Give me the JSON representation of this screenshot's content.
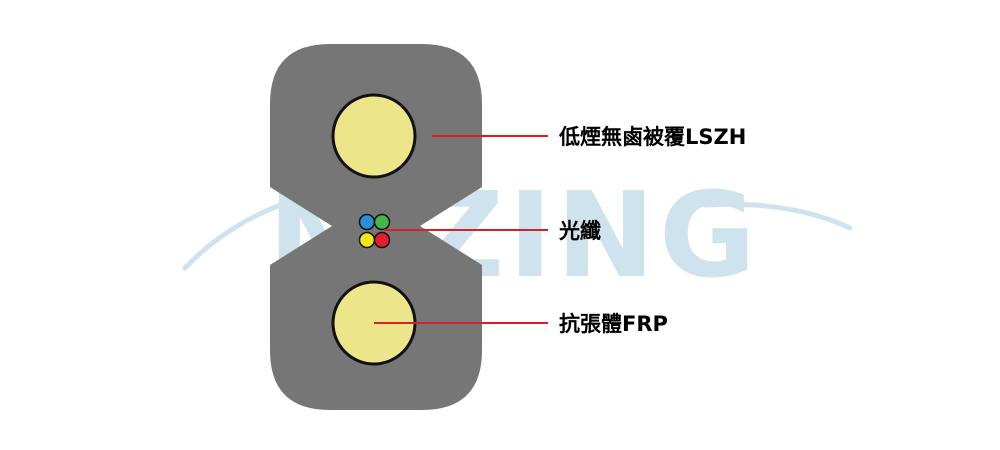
{
  "watermark": {
    "text": "NIZING",
    "color": "#cfe3ef"
  },
  "cable": {
    "jacket_color": "#767676",
    "strength_member_fill": "#ede58a",
    "strength_member_stroke": "#111111",
    "fibers": [
      {
        "color": "#2a8fd6"
      },
      {
        "color": "#43b649"
      },
      {
        "color": "#f4e615"
      },
      {
        "color": "#e3202a"
      }
    ]
  },
  "callouts": {
    "line_color": "#d81f26",
    "items": [
      {
        "label": "低煙無鹵被覆LSZH"
      },
      {
        "label": "光纖"
      },
      {
        "label": "抗張體FRP"
      }
    ]
  }
}
